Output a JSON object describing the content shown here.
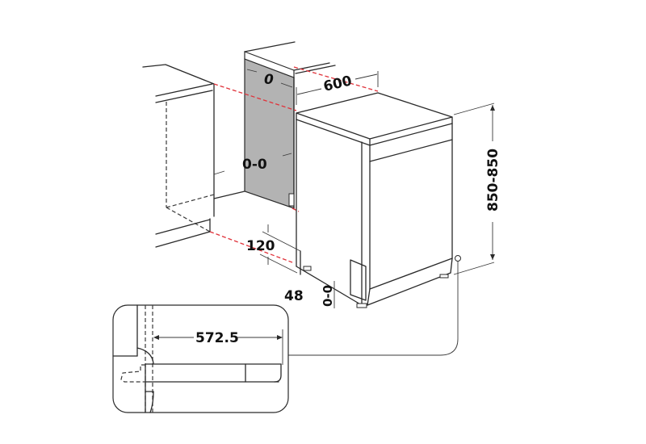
{
  "diagram": {
    "type": "dishwasher installation dimensions",
    "colors": {
      "line": "#2a2a2a",
      "niche_panel": "#b3b3b3",
      "reference_line": "#e0323a",
      "background": "#ffffff"
    },
    "dimensions": {
      "niche_depth_top": "0",
      "width": "600",
      "niche_depth_side": "0-0",
      "height": "850-850",
      "plinth_height": "120",
      "foot_offset": "48",
      "foot_adjust": "0-0",
      "detail_depth": "572.5"
    }
  }
}
